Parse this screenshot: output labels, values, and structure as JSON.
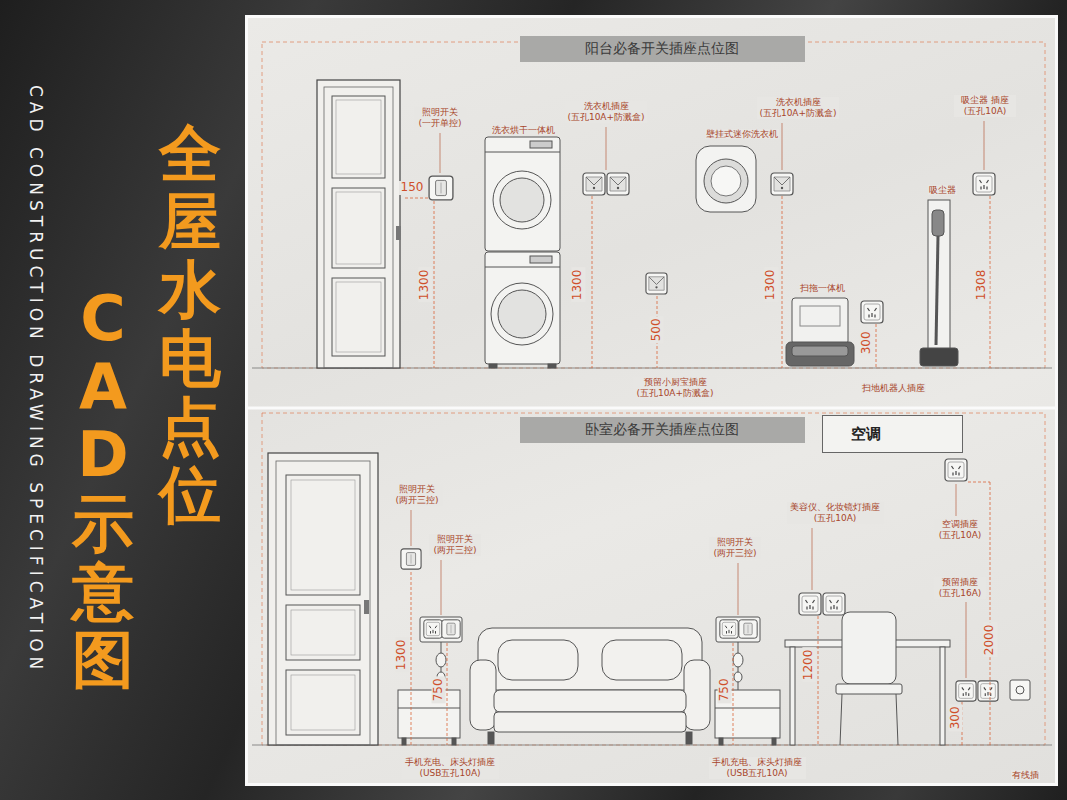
{
  "diagram": {
    "title": "全屋水电点位",
    "nodes": [
      {
        "text": [
          "阳台必备开关插座点位图"
        ]
      },
      {
        "text": [
          "卧室必备开关插座点位图"
        ]
      },
      {
        "text": [
          "空调"
        ]
      }
    ],
    "labels": [
      "照明开关 (一开单控)",
      "150",
      "1300",
      "洗衣烘干一体机",
      "洗衣机插座 (五孔10A+防溅盒)",
      "1300",
      "500",
      "预留小厨宝插座 (五孔10A+防溅盒)",
      "洗衣机插座 (五孔10A+防溅盒)",
      "壁挂式迷你洗衣机",
      "1300",
      "扫拖一体机",
      "300",
      "扫地机器人插座",
      "吸尘器 插座 (五孔10A)",
      "吸尘器",
      "1308",
      "照明开关 (两开三控)",
      "1300",
      "照明开关 (两开三控)",
      "750",
      "手机充电、床头灯插座 (USB五孔10A)",
      "照明开关 (两开三控)",
      "750",
      "手机充电、床头灯插座 (USB五孔10A)",
      "美容仪、化妆镜灯插座 (五孔10A)",
      "1200",
      "空调插座 (五孔10A)",
      "2000",
      "预留插座 (五孔16A)",
      "300",
      "有线插",
      "CAD示意图",
      "CAD CONSTRUCTION DRAWING SPECIFICATION"
    ]
  }
}
